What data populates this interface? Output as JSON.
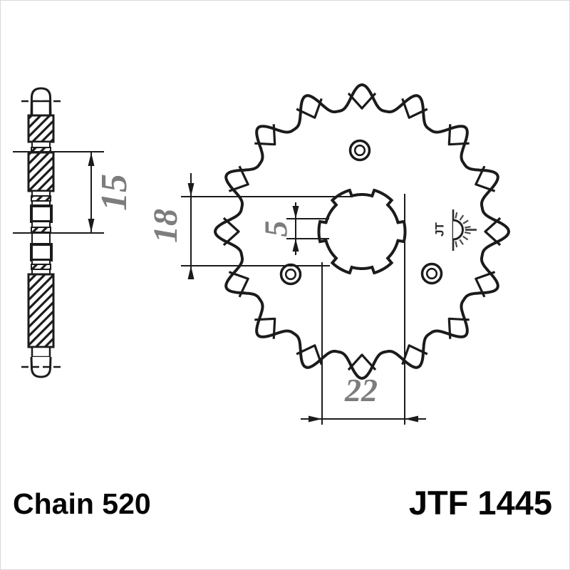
{
  "footer": {
    "chain_label": "Chain 520",
    "part_number": "JTF 1445"
  },
  "dimensions": {
    "hub_length": "15",
    "inner_ref": "18",
    "spline_tooth_width": "5",
    "spline_outer_diameter": "22"
  },
  "logo": {
    "brand": "JT"
  },
  "gear": {
    "teeth": 16,
    "spline_tabs": 6,
    "lightening_holes": 3
  },
  "colors": {
    "line": "#1b1b1b",
    "dimension_text": "#7d7d7d",
    "label_text": "#050505",
    "frame": "#d9d9d9",
    "background": "#ffffff"
  }
}
